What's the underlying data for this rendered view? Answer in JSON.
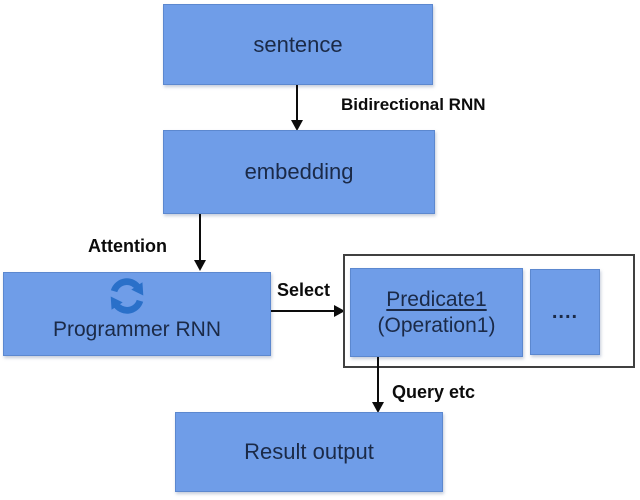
{
  "nodes": {
    "sentence": "sentence",
    "embedding": "embedding",
    "programmer_rnn": "Programmer RNN",
    "predicate_line1": "Predicate1",
    "predicate_line2": "(Operation1)",
    "dots": "....",
    "result_output": "Result output"
  },
  "edge_labels": {
    "bidirectional_rnn": "Bidirectional RNN",
    "attention": "Attention",
    "select": "Select",
    "query_etc": "Query etc"
  },
  "icons": {
    "refresh": "circular-refresh-arrows"
  },
  "colors": {
    "background": "#ffffff",
    "box_fill": "#6f9de8",
    "box_border": "#5c88cf",
    "box_text": "#1b2a47",
    "label_text": "#0c0c0c",
    "arrow": "#0c0c0c",
    "container_border": "#404040",
    "refresh_icon": "#2a70c9"
  }
}
